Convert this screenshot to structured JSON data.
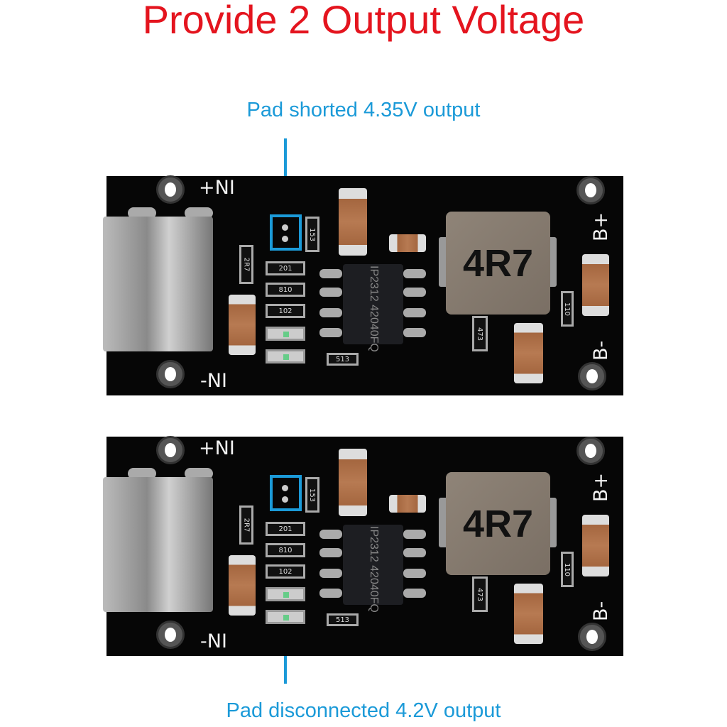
{
  "title": "Provide 2 Output Voltage",
  "annotations": {
    "top": "Pad shorted 4.35V output",
    "bottom": "Pad disconnected 4.2V output"
  },
  "board": {
    "plus_in": "+NI",
    "minus_in": "-NI",
    "b_plus": "B+",
    "b_minus": "B-",
    "inductor_marking": "4R7",
    "ic_marking": "IP2312 42040FQ",
    "resistor_markings": [
      "153",
      "2R7",
      "201",
      "810",
      "102",
      "513",
      "473",
      "110"
    ]
  },
  "colors": {
    "title": "#e4141e",
    "annotation": "#1b9ad8",
    "pcb": "#060606"
  }
}
